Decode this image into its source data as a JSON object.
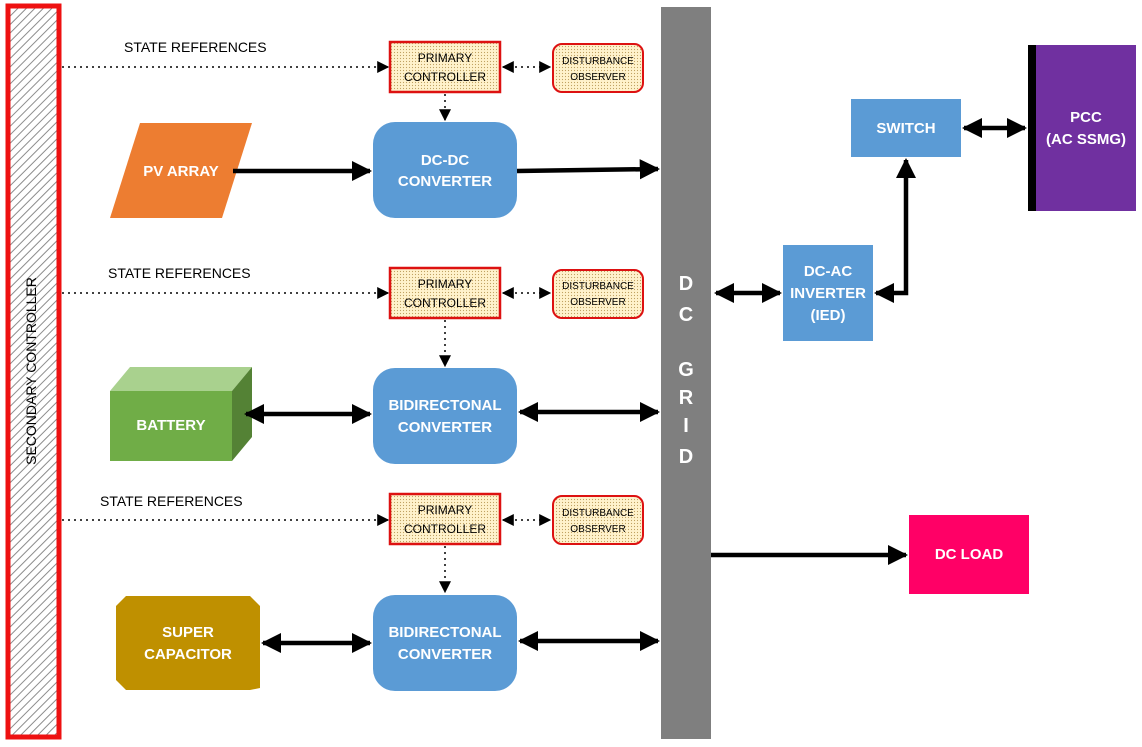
{
  "secondary_controller": "SECONDARY CONTROLLER",
  "state_references": [
    "STATE REFERENCES",
    "STATE REFERENCES",
    "STATE REFERENCES"
  ],
  "primary_controller": [
    {
      "line1": "PRIMARY",
      "line2": "CONTROLLER"
    },
    {
      "line1": "PRIMARY",
      "line2": "CONTROLLER"
    },
    {
      "line1": "PRIMARY",
      "line2": "CONTROLLER"
    }
  ],
  "disturbance_observer": [
    {
      "line1": "DISTURBANCE",
      "line2": "OBSERVER"
    },
    {
      "line1": "DISTURBANCE",
      "line2": "OBSERVER"
    },
    {
      "line1": "DISTURBANCE",
      "line2": "OBSERVER"
    }
  ],
  "sources": {
    "pv_array": "PV ARRAY",
    "battery": "BATTERY",
    "supercap": {
      "line1": "SUPER",
      "line2": "CAPACITOR"
    }
  },
  "converters": [
    {
      "line1": "DC-DC",
      "line2": "CONVERTER"
    },
    {
      "line1": "BIDIRECTONAL",
      "line2": "CONVERTER"
    },
    {
      "line1": "BIDIRECTONAL",
      "line2": "CONVERTER"
    }
  ],
  "dc_grid": {
    "letters": [
      "D",
      "C",
      "G",
      "R",
      "I",
      "D"
    ]
  },
  "inverter": {
    "line1": "DC-AC",
    "line2": "INVERTER",
    "line3": "(IED)"
  },
  "switch": "SWITCH",
  "pcc": {
    "line1": "PCC",
    "line2": "(AC SSMG)"
  },
  "dc_load": "DC LOAD",
  "colors": {
    "secondary_border": "#ee1111",
    "primary_border": "#dd1111",
    "pv": "#ed7d31",
    "battery": "#70ad47",
    "supercap": "#bf9000",
    "converter": "#5b9bd5",
    "grid": "#7f7f7f",
    "inverter": "#5b9bd5",
    "pcc": "#7030a0",
    "load": "#ff0066"
  }
}
